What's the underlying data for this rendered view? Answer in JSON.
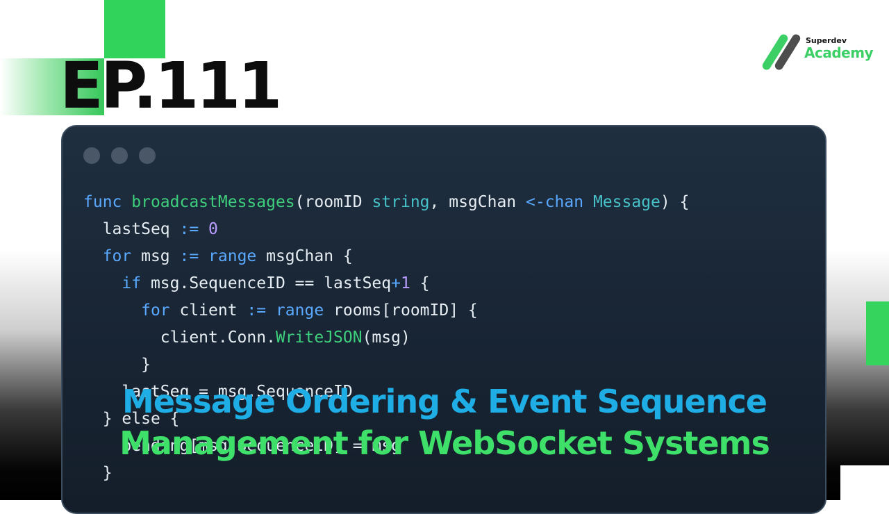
{
  "episode": {
    "label": "EP.111"
  },
  "brand": {
    "small": "Superdev",
    "big": "Academy",
    "accent": "#3ccf66"
  },
  "code": {
    "language": "Go",
    "lines": [
      {
        "indent": 0,
        "tokens": [
          [
            "kw",
            "func "
          ],
          [
            "fn",
            "broadcastMessages"
          ],
          [
            "pl",
            "(roomID "
          ],
          [
            "typ",
            "string"
          ],
          [
            "pl",
            ", msgChan "
          ],
          [
            "kw",
            "<-chan "
          ],
          [
            "typ",
            "Message"
          ],
          [
            "pl",
            ") {"
          ]
        ]
      },
      {
        "indent": 1,
        "tokens": [
          [
            "pl",
            "lastSeq "
          ],
          [
            "kw",
            ":= "
          ],
          [
            "num",
            "0"
          ]
        ]
      },
      {
        "indent": 1,
        "tokens": [
          [
            "kw",
            "for "
          ],
          [
            "pl",
            "msg "
          ],
          [
            "kw",
            ":= range "
          ],
          [
            "pl",
            "msgChan {"
          ]
        ]
      },
      {
        "indent": 2,
        "tokens": [
          [
            "kw",
            "if "
          ],
          [
            "pl",
            "msg.SequenceID == lastSeq"
          ],
          [
            "kw",
            "+"
          ],
          [
            "num",
            "1"
          ],
          [
            "pl",
            " {"
          ]
        ]
      },
      {
        "indent": 3,
        "tokens": [
          [
            "kw",
            "for "
          ],
          [
            "pl",
            "client "
          ],
          [
            "kw",
            ":= range "
          ],
          [
            "pl",
            "rooms[roomID] {"
          ]
        ]
      },
      {
        "indent": 4,
        "tokens": [
          [
            "pl",
            "client.Conn."
          ],
          [
            "fn",
            "WriteJSON"
          ],
          [
            "pl",
            "(msg)"
          ]
        ]
      },
      {
        "indent": 3,
        "tokens": [
          [
            "pl",
            "}"
          ]
        ]
      },
      {
        "indent": 2,
        "tokens": [
          [
            "pl",
            "lastSeq = msg.SequenceID"
          ]
        ]
      },
      {
        "indent": 1,
        "tokens": [
          [
            "pl",
            "} else {"
          ]
        ]
      },
      {
        "indent": 2,
        "tokens": [
          [
            "pl",
            "pending[msg.SequenceID] = msg"
          ]
        ]
      },
      {
        "indent": 1,
        "tokens": [
          [
            "pl",
            "}"
          ]
        ]
      }
    ]
  },
  "headline": {
    "line1": "Message Ordering & Event Sequence",
    "line2": "Management for WebSocket Systems"
  },
  "colors": {
    "accent_green": "#35d45d",
    "headline_blue": "#1eaee5",
    "headline_green": "#3ee06a",
    "code_bg": "#1a2737"
  }
}
